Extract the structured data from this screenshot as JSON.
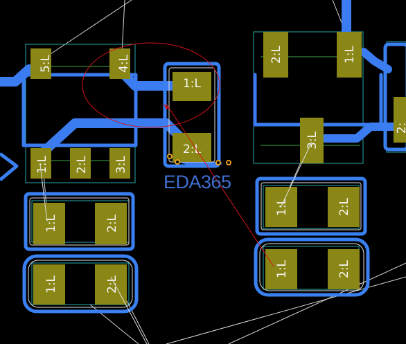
{
  "app": {
    "watermark": "EDA365"
  },
  "colors": {
    "background": "#000000",
    "track": "#3b7cf0",
    "pad": "#8b8716",
    "silkscreen": "#2aa8a8",
    "ratsnest": "#cfcfcf",
    "courtyard": "#3a7be8",
    "selection_circle": "#d4141a",
    "via": "#e8a020"
  },
  "pads": [
    {
      "id": "u1-p5",
      "label": "5:L"
    },
    {
      "id": "u1-p4",
      "label": "4:L"
    },
    {
      "id": "u1-p1",
      "label": "1:L"
    },
    {
      "id": "u1-p2",
      "label": "2:L"
    },
    {
      "id": "u1-p3",
      "label": "3:L"
    },
    {
      "id": "c1-p1",
      "label": "1:L"
    },
    {
      "id": "c1-p2",
      "label": "2:L"
    },
    {
      "id": "r1-p1",
      "label": "1:L"
    },
    {
      "id": "r1-p2",
      "label": "2:L"
    },
    {
      "id": "r2-p1",
      "label": "1:L"
    },
    {
      "id": "r2-p2",
      "label": "2:L"
    },
    {
      "id": "u2-p2",
      "label": "2:L"
    },
    {
      "id": "u2-p1",
      "label": "1:L"
    },
    {
      "id": "u2-p3",
      "label": "3:L"
    },
    {
      "id": "r3-p1",
      "label": "1:L"
    },
    {
      "id": "r3-p2",
      "label": "2:L"
    },
    {
      "id": "r4-p1",
      "label": "1:L"
    },
    {
      "id": "r4-p2",
      "label": "2:L"
    },
    {
      "id": "edge-p2",
      "label": "2:"
    }
  ]
}
